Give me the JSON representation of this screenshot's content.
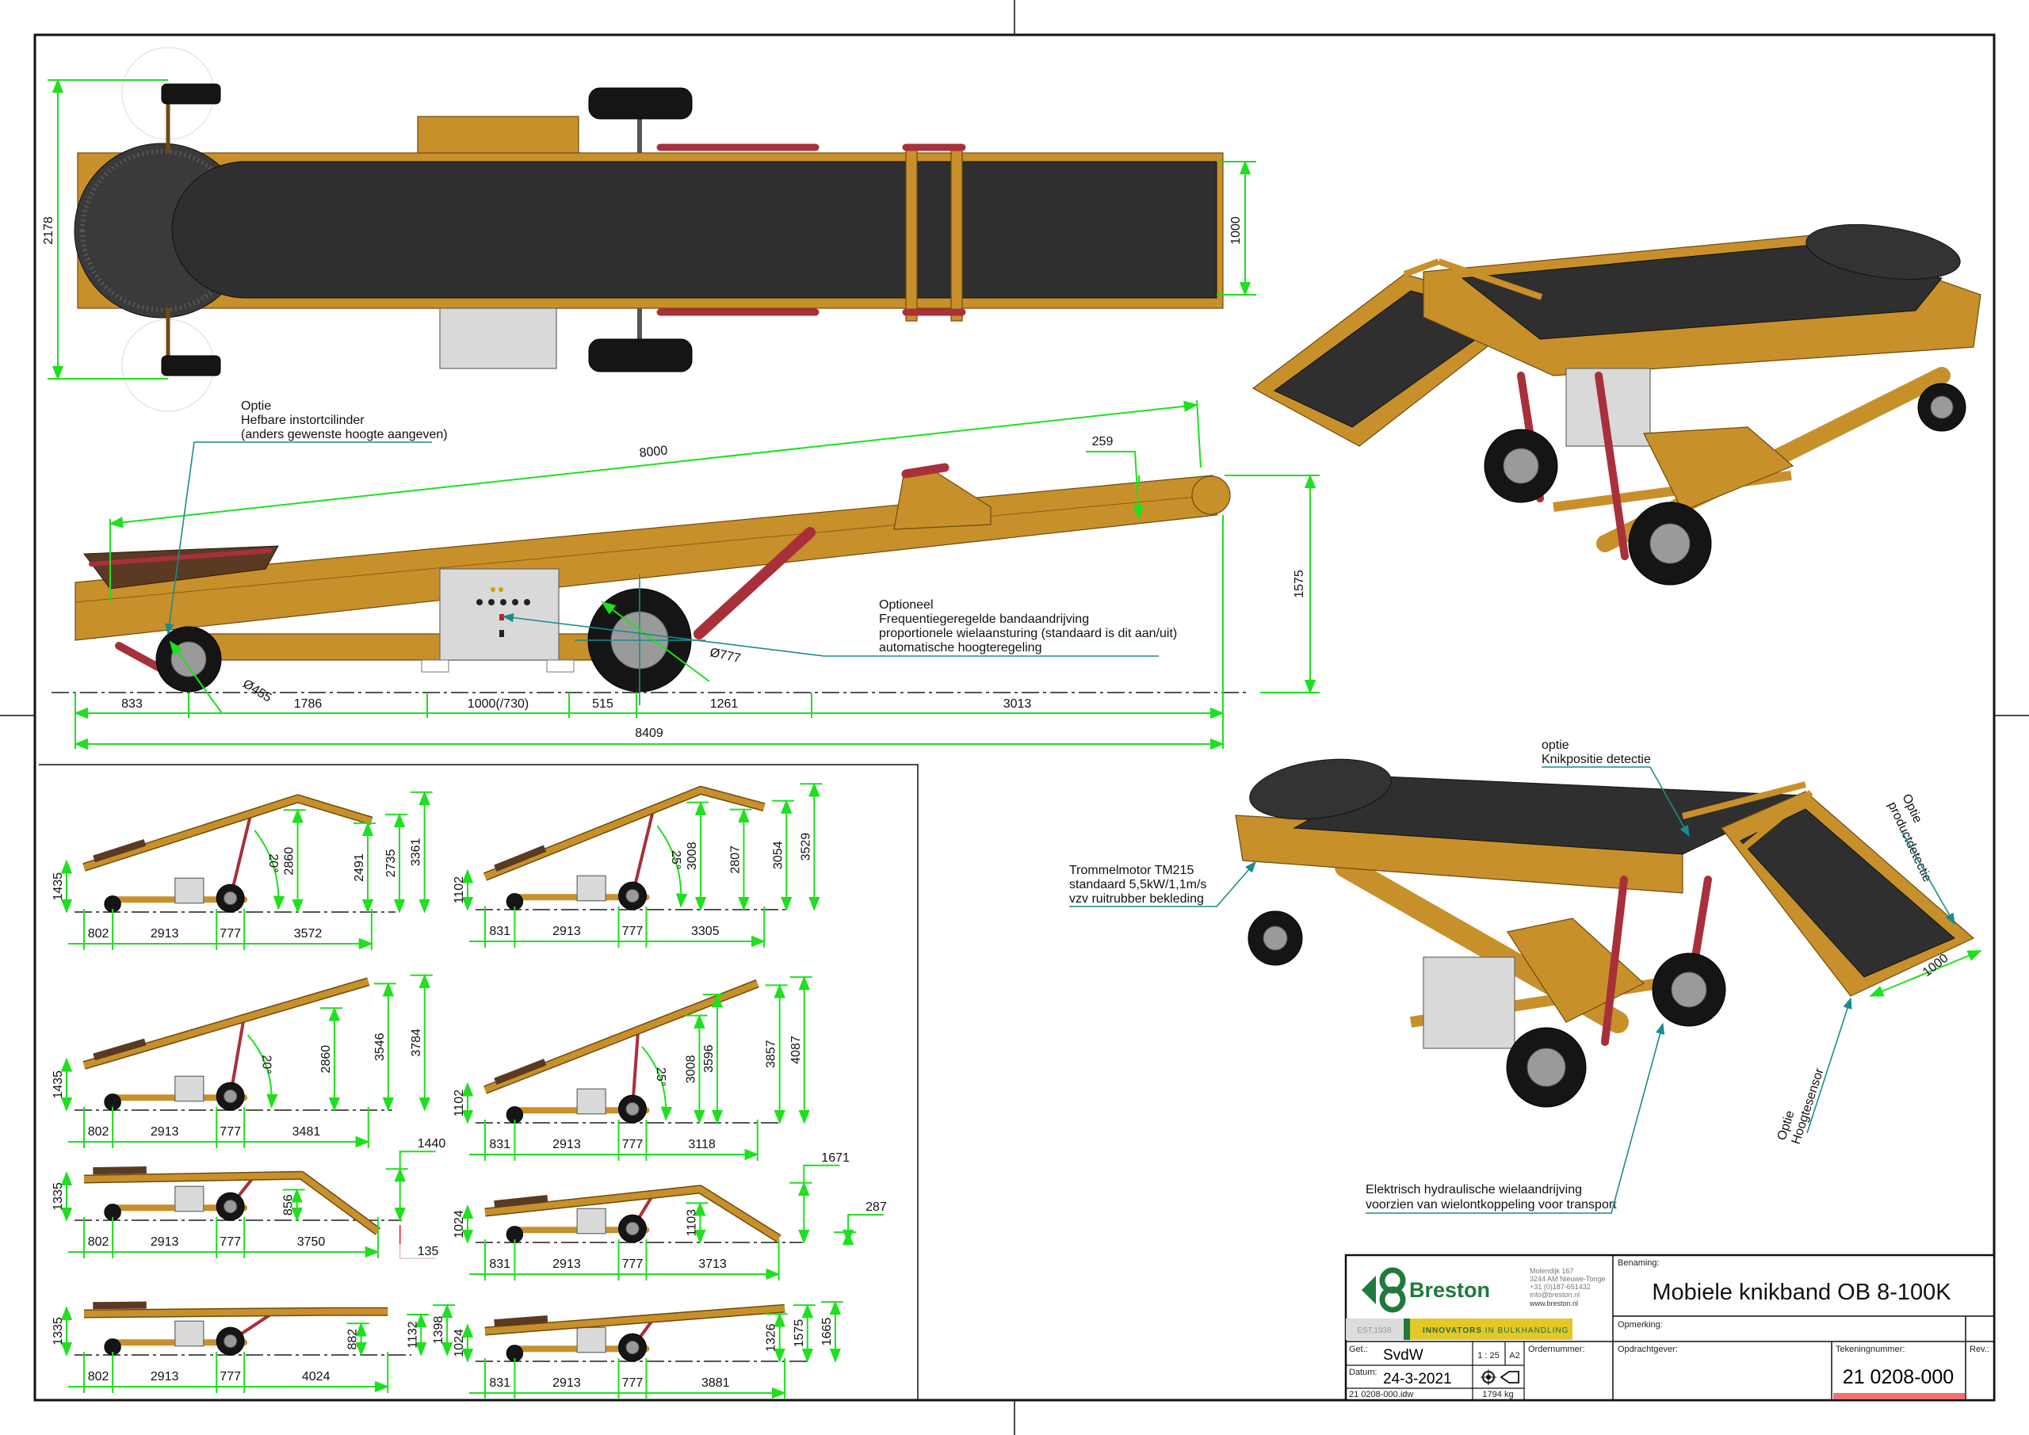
{
  "title_block": {
    "company": "Breston",
    "address": [
      "Molendijk 167",
      "3244 AM Nieuwe-Tonge",
      "+31 (0)187-651432",
      "info@breston.nl",
      "www.breston.nl"
    ],
    "est": "EST.1938",
    "tagline_bold": "INNOVATORS",
    "tagline_rest": "IN BULKHANDLING",
    "benaming_label": "Benaming:",
    "title": "Mobiele knikband OB 8-100K",
    "opmerking_label": "Opmerking:",
    "get_label": "Get.:",
    "get_value": "SvdW",
    "scale": "1 : 25",
    "format": "A2",
    "datum_label": "Datum:",
    "datum": "24-3-2021",
    "file": "21 0208-000.idw",
    "weight": "1794 kg",
    "ordernummer_label": "Ordernummer:",
    "opdrachtgever_label": "Opdrachtgever:",
    "tekeningnummer_label": "Tekeningnummer:",
    "tekeningnummer": "21 0208-000",
    "rev_label": "Rev.:",
    "colors": {
      "brand_green": "#1f7a3c",
      "tagline_yellow": "#e3c82a",
      "revision_bar": "#f07070"
    }
  },
  "top_view": {
    "overall_width": "2178",
    "belt_width": "1000"
  },
  "side_view": {
    "length_dim": "8000",
    "belt_height_dim": "259",
    "height_dim": "1575",
    "small_wheel_dia": "Ø455",
    "big_wheel_dia": "Ø777",
    "horizontal_dims": [
      "833",
      "1786",
      "1000(/730)",
      "515",
      "1261",
      "3013"
    ],
    "total_length": "8409",
    "note_optie": [
      "Optie",
      "Hefbare instortcilinder",
      "(anders gewenste hoogte aangeven)"
    ],
    "note_optioneel": [
      "Optioneel",
      "Frequentiegeregelde bandaandrijving",
      "proportionele wielaansturing (standaard is dit aan/uit)",
      "automatische hoogteregeling"
    ]
  },
  "iso_view": {
    "note_knik": [
      "optie",
      "Knikpositie detectie"
    ],
    "note_trommel": [
      "Trommelmotor TM215",
      "standaard 5,5kW/1,1m/s",
      "vzv ruitrubber bekleding"
    ],
    "note_product": [
      "Optie",
      "productdetectie"
    ],
    "note_hoogte": [
      "Optie",
      "Hoogtesensor"
    ],
    "note_wiel": [
      "Elektrisch hydraulische wielaandrijving",
      "voorzien van wielontkoppeling voor transport"
    ],
    "belt_width": "1000"
  },
  "positions": [
    {
      "left_height": "1435",
      "horizontal": [
        "802",
        "2913",
        "777",
        "3572"
      ],
      "vertical": [
        "2860",
        "2491",
        "2735",
        "3361"
      ],
      "angle": "20°"
    },
    {
      "left_height": "1102",
      "horizontal": [
        "831",
        "2913",
        "777",
        "3305"
      ],
      "vertical": [
        "3008",
        "2807",
        "3054",
        "3529"
      ],
      "angle": "25°"
    },
    {
      "left_height": "1435",
      "horizontal": [
        "802",
        "2913",
        "777",
        "3481"
      ],
      "vertical": [
        "2860",
        "3546",
        "3784"
      ],
      "angle": "20°"
    },
    {
      "left_height": "1102",
      "horizontal": [
        "831",
        "2913",
        "777",
        "3118"
      ],
      "vertical": [
        "3008",
        "3596",
        "3857",
        "4087"
      ],
      "angle": "25°"
    },
    {
      "left_height": "1335",
      "horizontal": [
        "802",
        "2913",
        "777",
        "3750"
      ],
      "vertical": [
        "856",
        "1440",
        "135"
      ],
      "angle": ""
    },
    {
      "left_height": "1024",
      "horizontal": [
        "831",
        "2913",
        "777",
        "3713"
      ],
      "vertical": [
        "1103",
        "1671",
        "287"
      ],
      "angle": ""
    },
    {
      "left_height": "1335",
      "horizontal": [
        "802",
        "2913",
        "777",
        "4024"
      ],
      "vertical": [
        "882",
        "1132",
        "1398"
      ],
      "angle": ""
    },
    {
      "left_height": "1024",
      "horizontal": [
        "831",
        "2913",
        "777",
        "3881"
      ],
      "vertical": [
        "1326",
        "1575",
        "1665"
      ],
      "angle": ""
    }
  ]
}
